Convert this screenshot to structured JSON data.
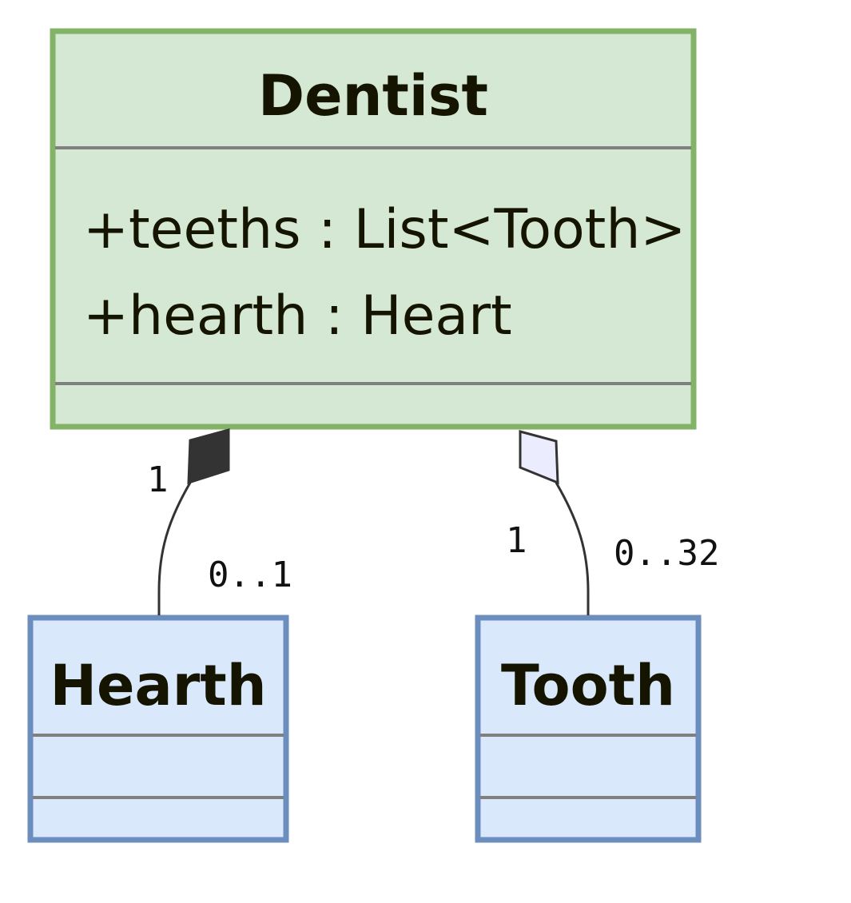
{
  "colors": {
    "dentist_fill": "#d5e8d4",
    "dentist_stroke": "#82b366",
    "leaf_fill": "#dae8fc",
    "leaf_stroke": "#6c8ebf",
    "composition_diamond": "#333333",
    "aggregation_diamond": "#ececff",
    "edge_stroke": "#333333",
    "text": "#141400"
  },
  "classes": {
    "dentist": {
      "name": "Dentist",
      "attributes": [
        "+teeths : List<Tooth>",
        "+hearth : Heart"
      ]
    },
    "hearth": {
      "name": "Hearth"
    },
    "tooth": {
      "name": "Tooth"
    }
  },
  "relations": {
    "composition": {
      "type": "composition",
      "from": "Dentist",
      "to": "Hearth",
      "source_multiplicity": "1",
      "target_multiplicity": "0..1"
    },
    "aggregation": {
      "type": "aggregation",
      "from": "Dentist",
      "to": "Tooth",
      "source_multiplicity": "1",
      "target_multiplicity": "0..32"
    }
  }
}
